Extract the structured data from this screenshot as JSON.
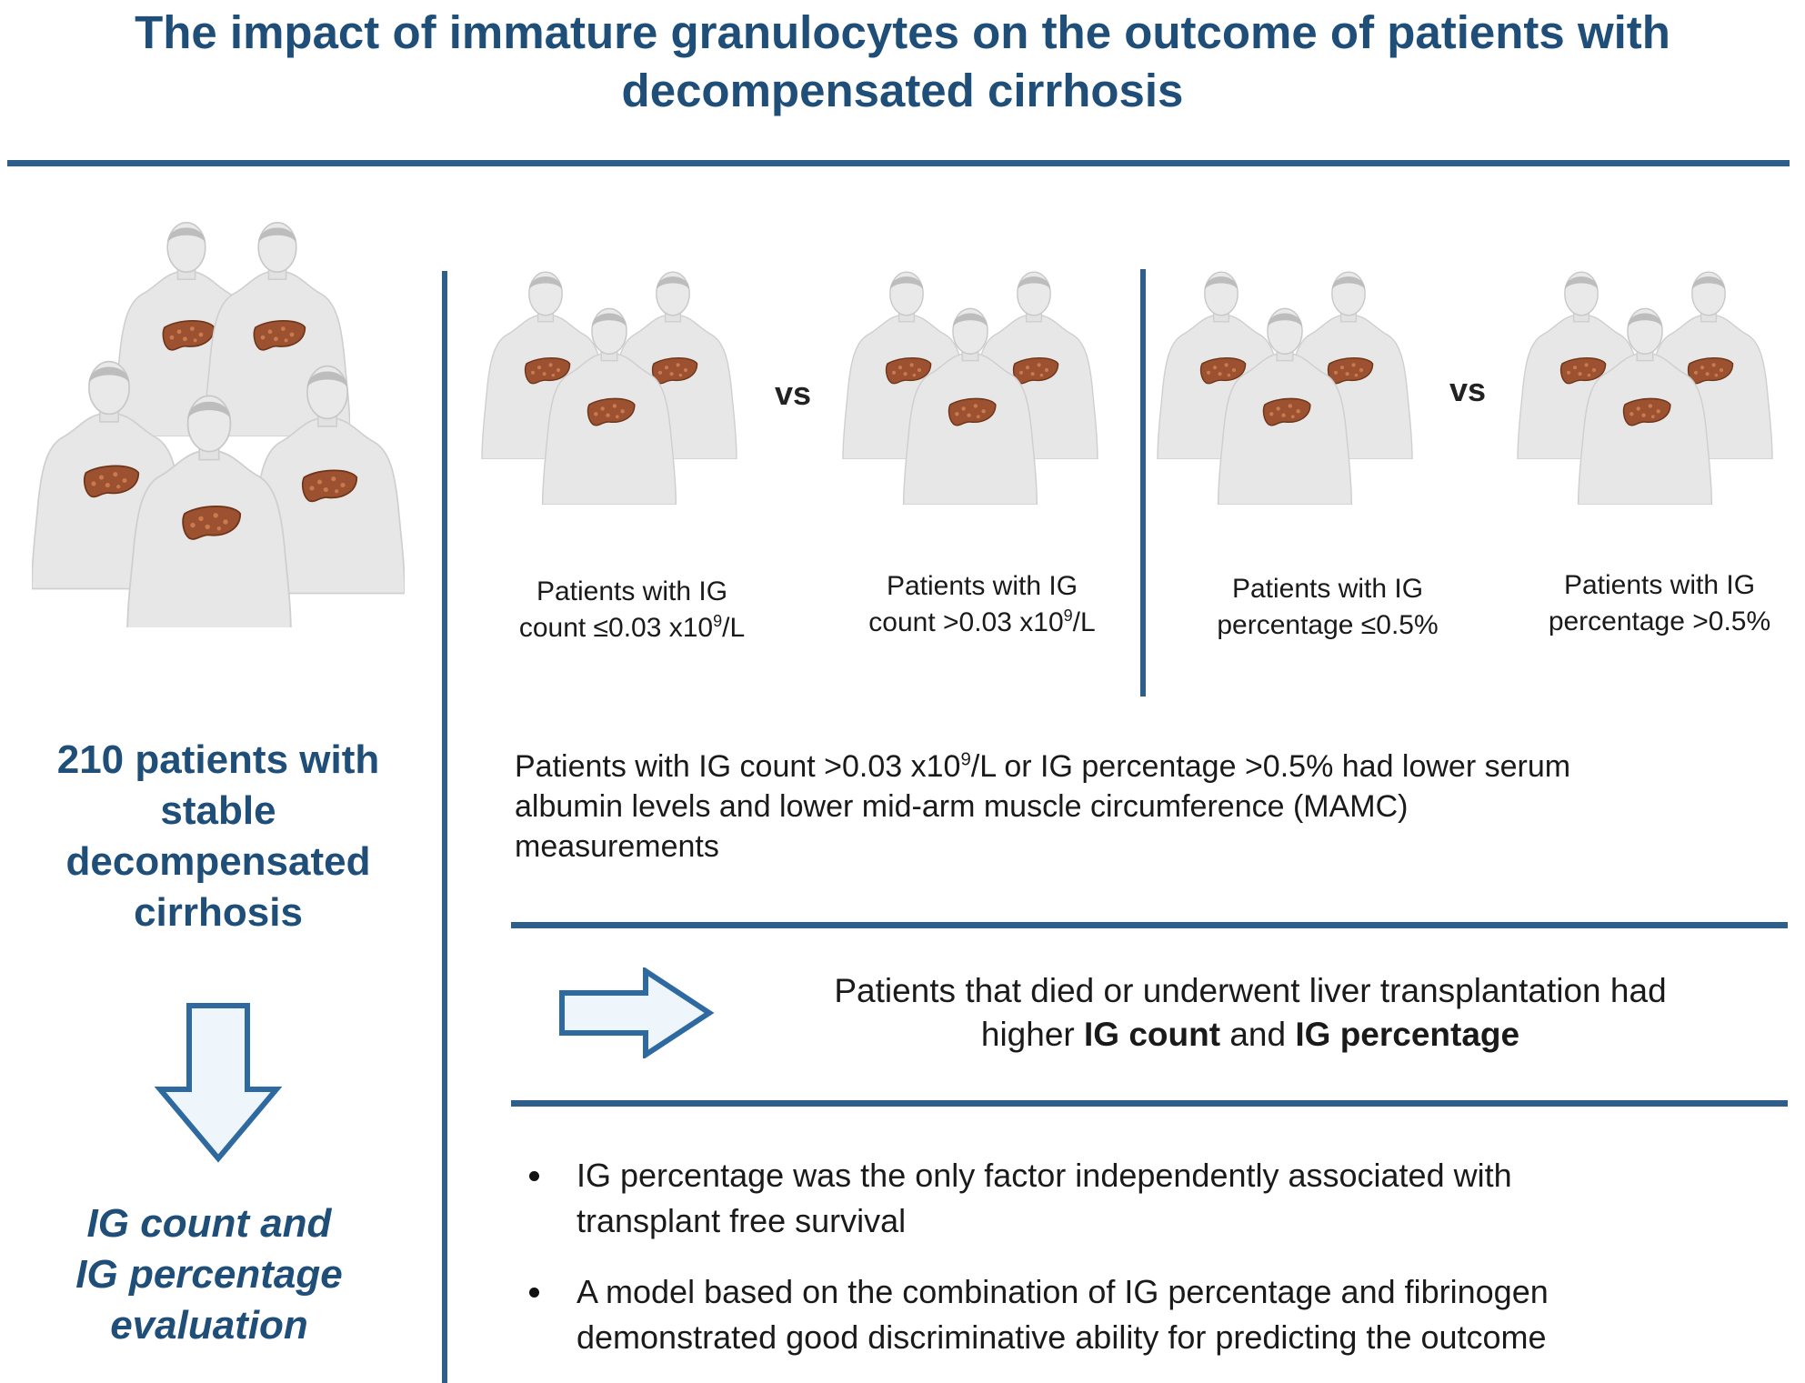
{
  "title_line1": "The impact of immature granulocytes on the outcome of patients with",
  "title_line2": "decompensated cirrhosis",
  "left_cohort": {
    "lines": [
      "210 patients with",
      "stable",
      "decompensated",
      "cirrhosis"
    ]
  },
  "left_evaluation": {
    "lines": [
      "IG count and",
      "IG percentage",
      "evaluation"
    ]
  },
  "vs_label": "vs",
  "groups": [
    {
      "line1": "Patients with IG",
      "line2_pre": "count ≤0.03 x10",
      "sup": "9",
      "line2_post": "/L"
    },
    {
      "line1": "Patients with IG",
      "line2_pre": "count >0.03 x10",
      "sup": "9",
      "line2_post": "/L"
    },
    {
      "line1": "Patients with IG",
      "line2_pre": "percentage ≤0.5%",
      "sup": "",
      "line2_post": ""
    },
    {
      "line1": "Patients with IG",
      "line2_pre": "percentage >0.5%",
      "sup": "",
      "line2_post": ""
    }
  ],
  "finding1": {
    "l1_pre": "Patients with IG count >0.03 x10",
    "l1_sup": "9",
    "l1_post": "/L or IG percentage >0.5% had lower serum",
    "l2": "albumin levels and lower mid-arm muscle circumference (MAMC)",
    "l3": "measurements"
  },
  "finding2": {
    "line1": "Patients that died or underwent liver transplantation had",
    "pre": "higher ",
    "bold1": "IG count",
    "mid": " and ",
    "bold2": "IG percentage"
  },
  "bullets": [
    {
      "l1": "IG percentage was the only factor independently associated with",
      "l2": "transplant free survival"
    },
    {
      "l1": "A model based on the combination of IG percentage and fibrinogen",
      "l2": "demonstrated good discriminative ability for predicting the outcome"
    }
  ],
  "colors": {
    "accent": "#1f4e79",
    "rule": "#2e5f8a",
    "liver": "#a0522d",
    "body": "#e6e6e6",
    "arrow_fill": "#eef5fb"
  }
}
